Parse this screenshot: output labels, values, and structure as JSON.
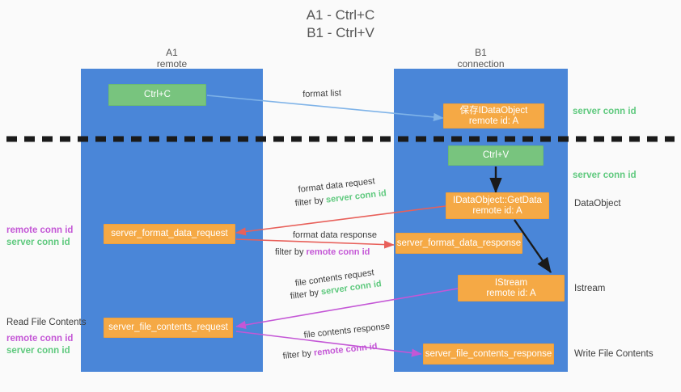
{
  "title": {
    "line1": "A1 - Ctrl+C",
    "line2": "B1 - Ctrl+V"
  },
  "columns": [
    {
      "id": "A1",
      "name": "A1",
      "sub": "remote",
      "color": "#4a86d8"
    },
    {
      "id": "B1",
      "name": "B1",
      "sub": "connection",
      "color": "#4a86d8"
    }
  ],
  "colors": {
    "column": "#4a86d8",
    "node_orange": "#f5a945",
    "node_green": "#78c47e",
    "server_conn": "#5fc97e",
    "remote_conn": "#c457d6",
    "arrow_blue": "#7fb3e8",
    "arrow_red": "#e8605a",
    "arrow_purple": "#c457d6",
    "arrow_black": "#1a1a1a",
    "divider": "#1a1a1a"
  },
  "nodes": {
    "ctrl_c": {
      "label": "Ctrl+C",
      "kind": "green"
    },
    "ctrl_v": {
      "label": "Ctrl+V",
      "kind": "green"
    },
    "idataobject_top": {
      "line1": "保存IDataObject",
      "line2": "remote id: A",
      "kind": "orange"
    },
    "getdata": {
      "line1": "IDataObject::GetData",
      "line2": "remote id: A",
      "kind": "orange"
    },
    "istream": {
      "line1": "IStream",
      "line2": "remote id: A",
      "kind": "orange"
    },
    "server_format_data_request": {
      "label": "server_format_data_request",
      "kind": "orange"
    },
    "server_format_data_response": {
      "label": "server_format_data_response",
      "kind": "orange"
    },
    "server_file_contents_request": {
      "label": "server_file_contents_request",
      "kind": "orange"
    },
    "server_file_contents_response": {
      "label": "server_file_contents_response",
      "kind": "orange"
    }
  },
  "right_labels": [
    {
      "id": "server-conn-id-1",
      "text": "server conn id",
      "style": "server"
    },
    {
      "id": "server-conn-id-2",
      "text": "server conn id",
      "style": "server"
    },
    {
      "id": "dataobject",
      "text": "DataObject",
      "style": "plain"
    },
    {
      "id": "istream",
      "text": "Istream",
      "style": "plain"
    },
    {
      "id": "write-file-contents",
      "text": "Write File Contents",
      "style": "plain"
    }
  ],
  "left_labels": {
    "group1": {
      "remote": "remote conn id",
      "server": "server conn id"
    },
    "read_file_contents": "Read File Contents",
    "group2": {
      "remote": "remote conn id",
      "server": "server conn id"
    }
  },
  "edges": [
    {
      "id": "format-list",
      "label": "format list",
      "color": "#7fb3e8"
    },
    {
      "id": "format-data-request",
      "label": "format data request",
      "filter_prefix": "filter by ",
      "filter_tag": "server conn id",
      "tag_style": "server",
      "color": "#e8605a"
    },
    {
      "id": "format-data-response",
      "label": "format data response",
      "filter_prefix": "filter by ",
      "filter_tag": "remote conn id",
      "tag_style": "remote",
      "color": "#e8605a"
    },
    {
      "id": "file-contents-request",
      "label": "file contents request",
      "filter_prefix": "filter by ",
      "filter_tag": "server conn id",
      "tag_style": "server",
      "color": "#c457d6"
    },
    {
      "id": "file-contents-response",
      "label": "file contents response",
      "filter_prefix": "filter by ",
      "filter_tag": "remote conn id",
      "tag_style": "remote",
      "color": "#c457d6"
    }
  ]
}
